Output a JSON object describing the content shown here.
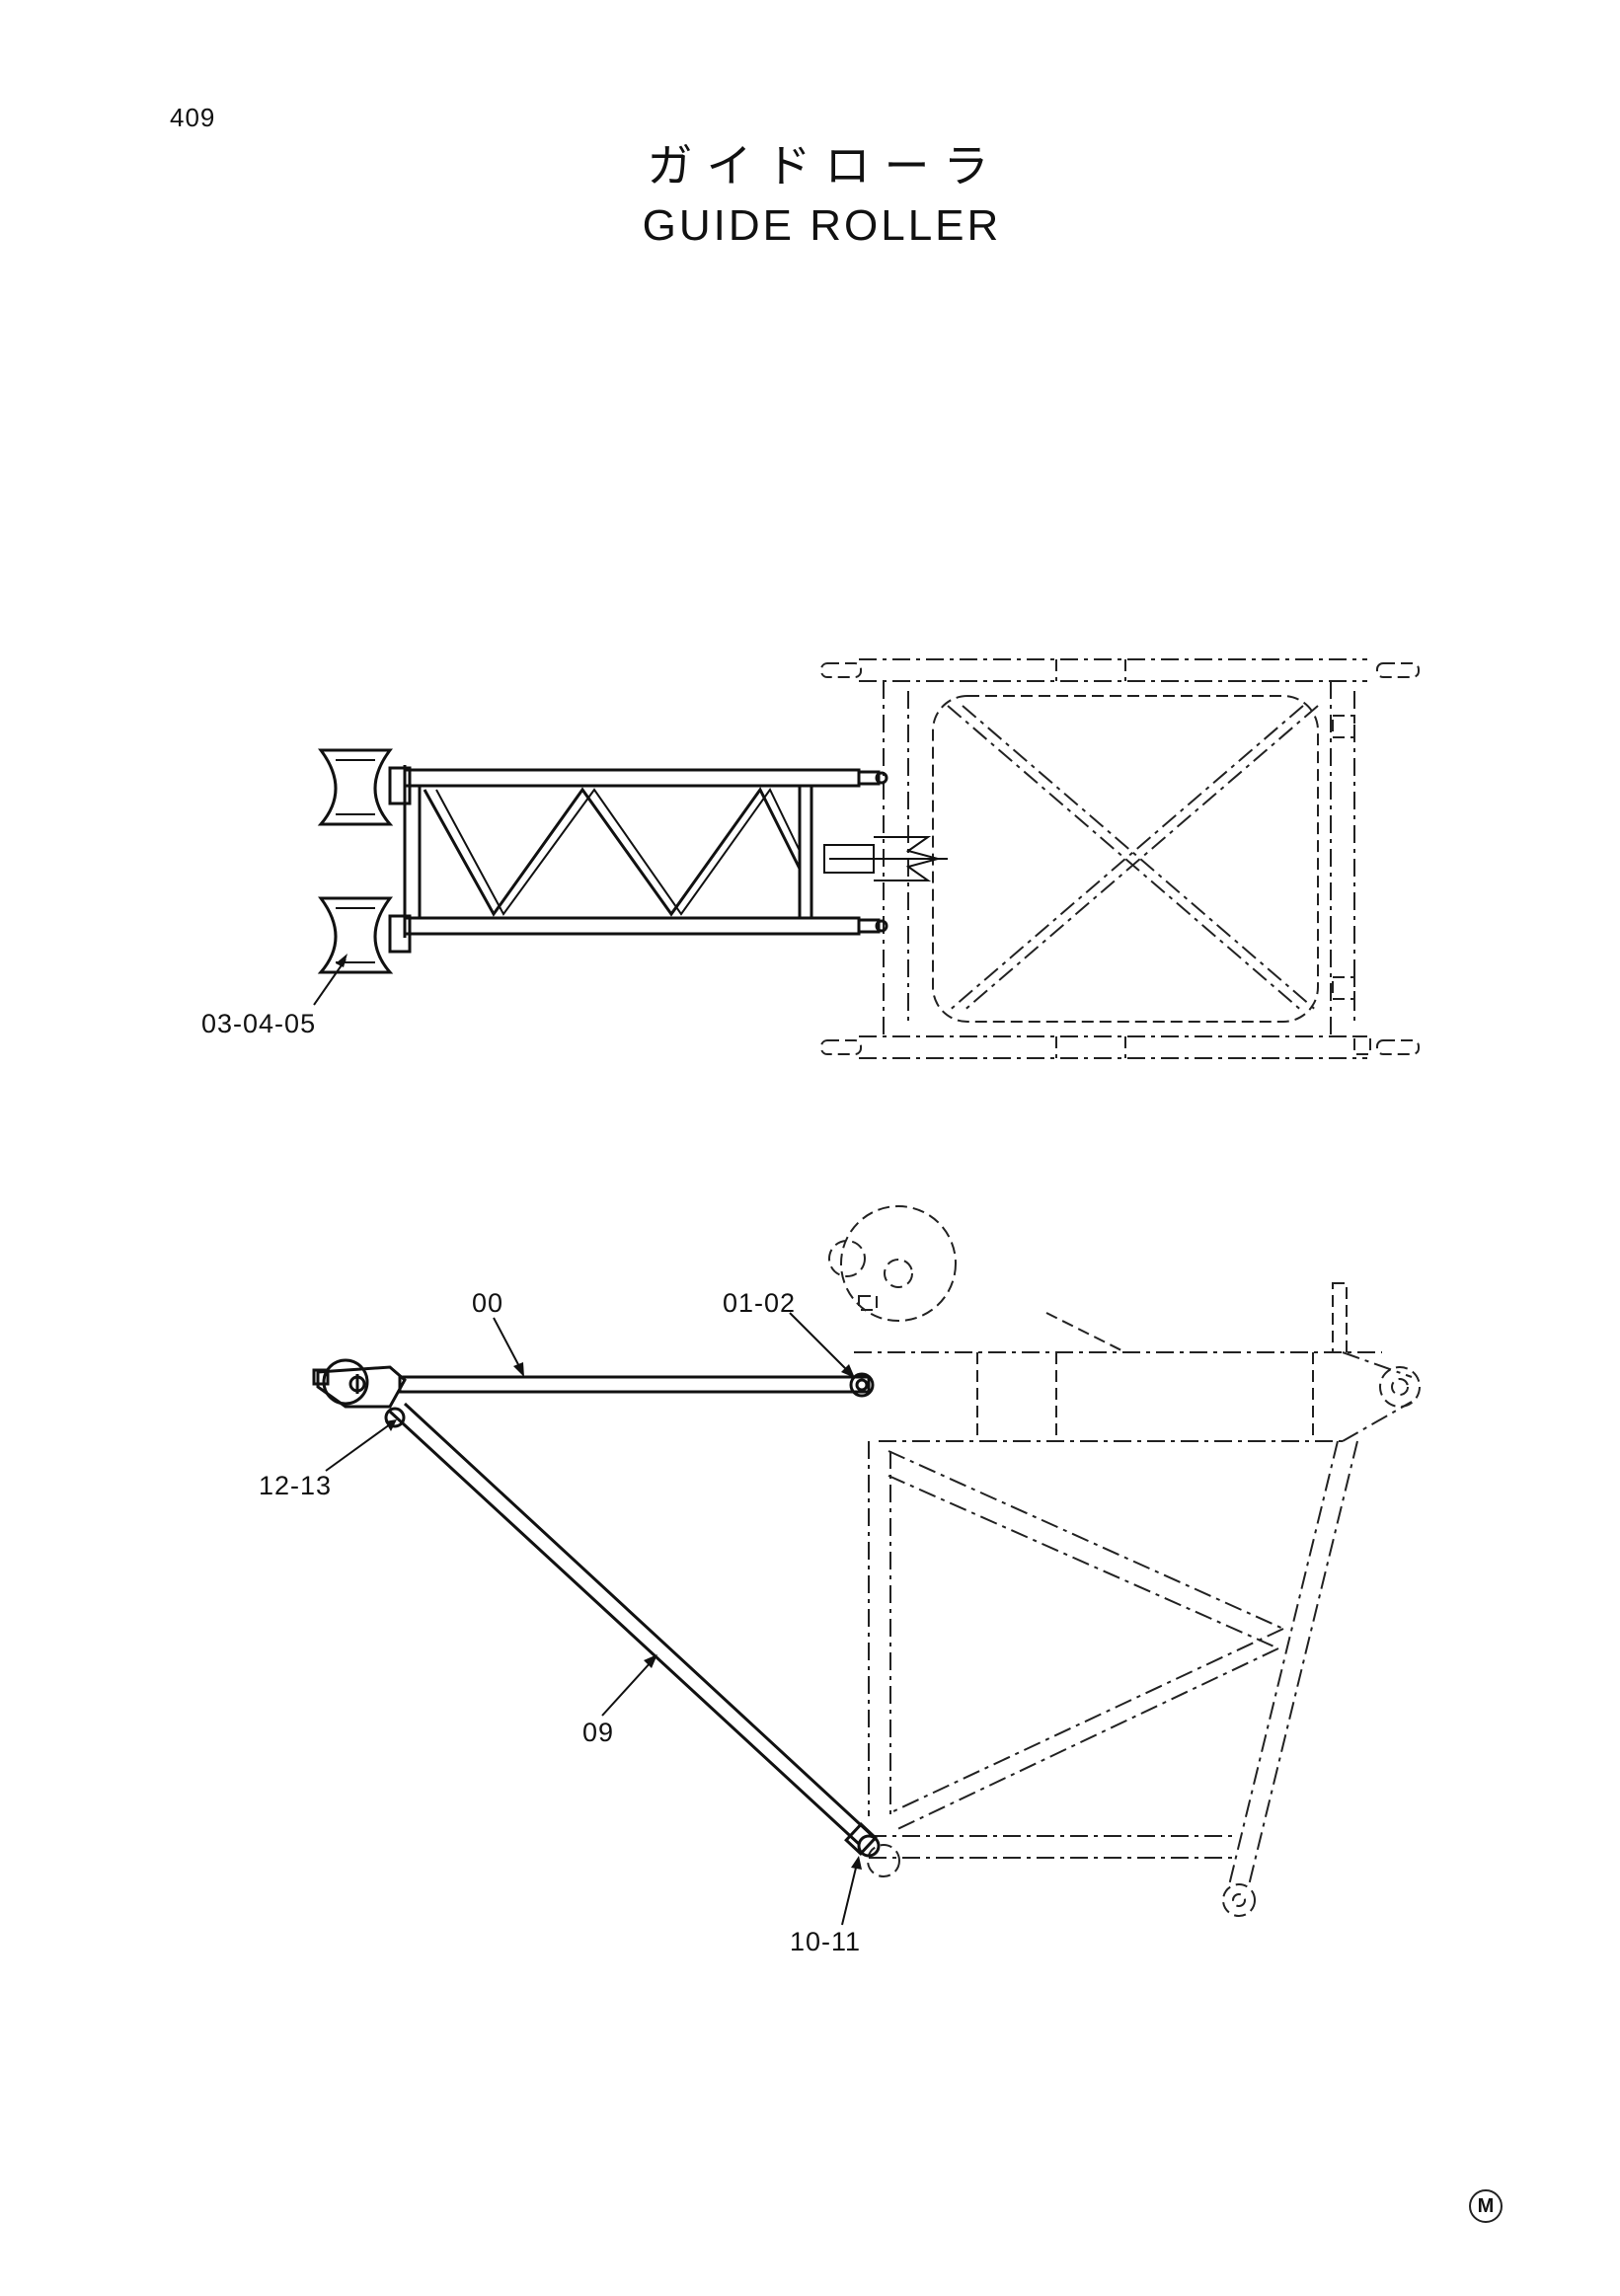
{
  "page": {
    "number": "409"
  },
  "title": {
    "japanese": "ガイドローラ",
    "english": "GUIDE ROLLER"
  },
  "callouts": {
    "top_roller": "03-04-05",
    "arm": "00",
    "pin_top": "01-02",
    "pin_arm": "12-13",
    "brace": "09",
    "pin_bottom": "10-11"
  },
  "footer": {
    "marker": "M"
  }
}
